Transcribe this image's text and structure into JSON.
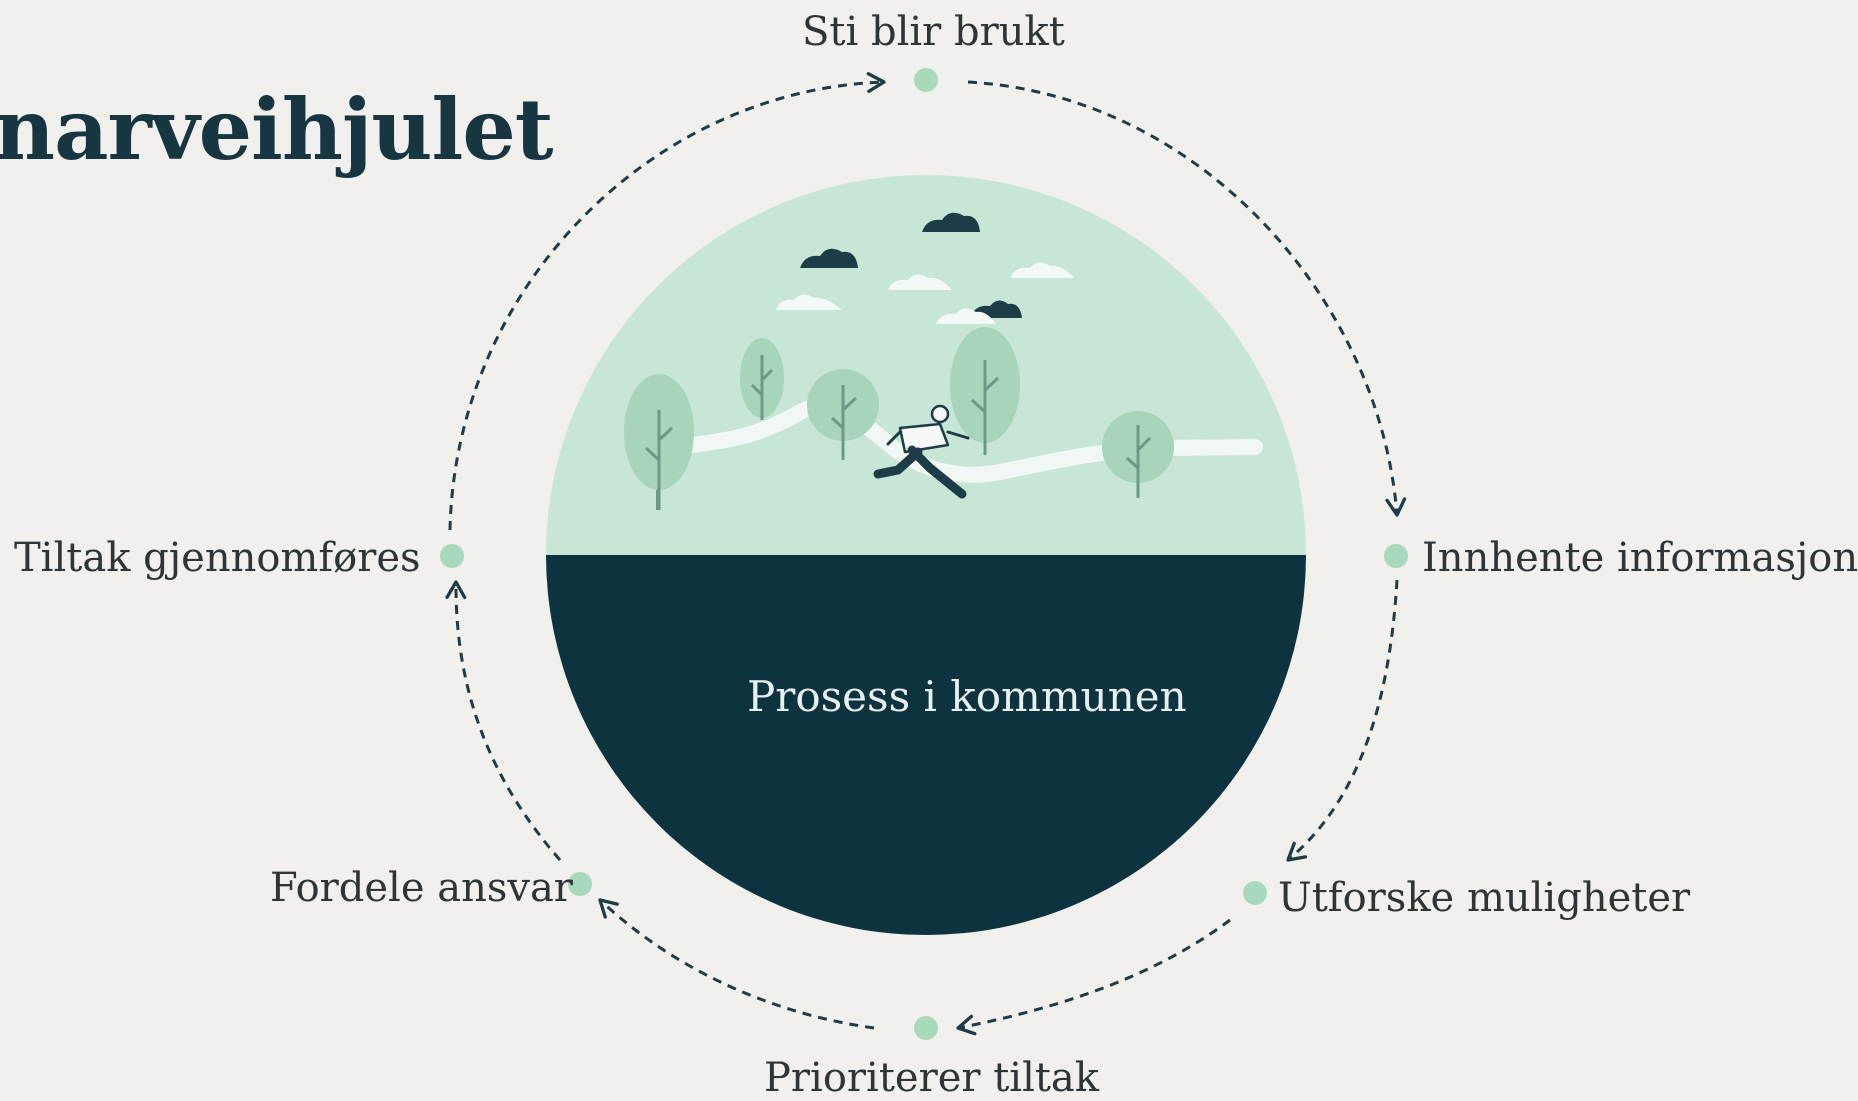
{
  "title": "narveihjulet",
  "center_label": "Prosess i kommunen",
  "steps": [
    {
      "label": "Sti blir brukt"
    },
    {
      "label": "Innhente informasjon"
    },
    {
      "label": "Utforske muligheter"
    },
    {
      "label": "Prioriterer tiltak"
    },
    {
      "label": "Fordele ansvar"
    },
    {
      "label": "Tiltak gjennomføres"
    }
  ],
  "colors": {
    "background": "#f1f0ec",
    "title_text": "#173642",
    "label_text": "#2f3535",
    "dark_teal": "#0d3340",
    "light_green": "#c8e6d6",
    "mid_green": "#a8d4bb",
    "node_dot": "#a9d9bd",
    "arrow": "#1d3c47"
  }
}
